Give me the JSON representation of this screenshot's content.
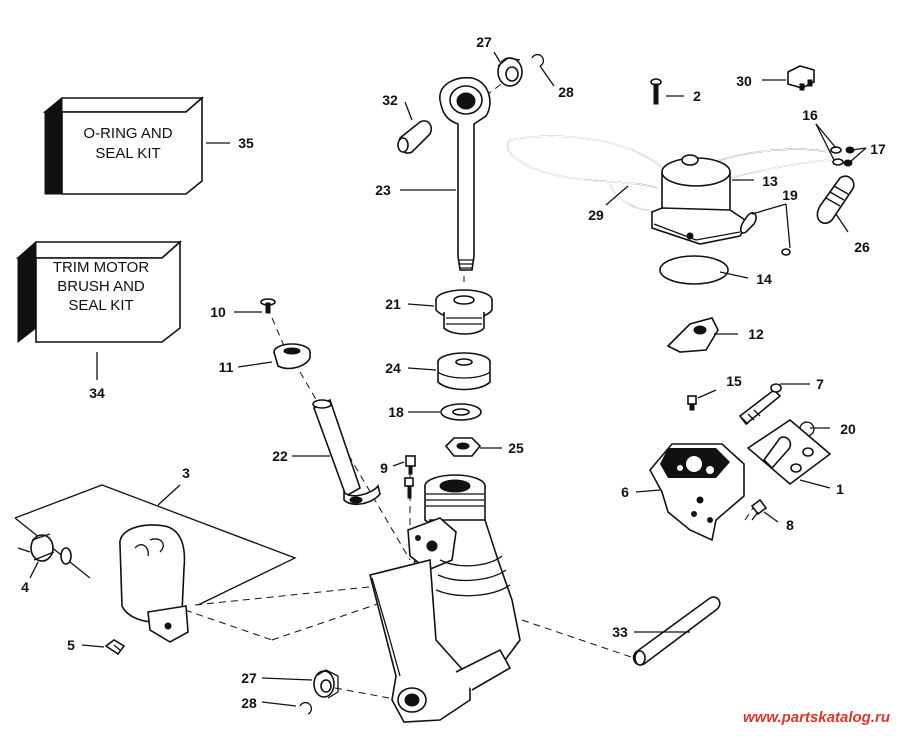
{
  "kits": {
    "seal_kit": {
      "line1": "O-RING AND",
      "line2": "SEAL KIT"
    },
    "brush_kit": {
      "line1": "TRIM MOTOR",
      "line2": "BRUSH AND",
      "line3": "SEAL KIT"
    }
  },
  "callouts": {
    "n1": "1",
    "n2": "2",
    "n3": "3",
    "n4": "4",
    "n5": "5",
    "n6": "6",
    "n7": "7",
    "n8": "8",
    "n9": "9",
    "n10": "10",
    "n11": "11",
    "n12": "12",
    "n13": "13",
    "n14": "14",
    "n15": "15",
    "n16": "16",
    "n17": "17",
    "n18": "18",
    "n19": "19",
    "n20": "20",
    "n21": "21",
    "n22": "22",
    "n23": "23",
    "n24": "24",
    "n25": "25",
    "n26": "26",
    "n27a": "27",
    "n27b": "27",
    "n28a": "28",
    "n28b": "28",
    "n29": "29",
    "n30": "30",
    "n32": "32",
    "n33": "33",
    "n34": "34",
    "n35": "35"
  },
  "watermark": "www.partskatalog.ru",
  "colors": {
    "ink": "#111111",
    "watermark": "#d9362c",
    "paper": "#ffffff"
  }
}
